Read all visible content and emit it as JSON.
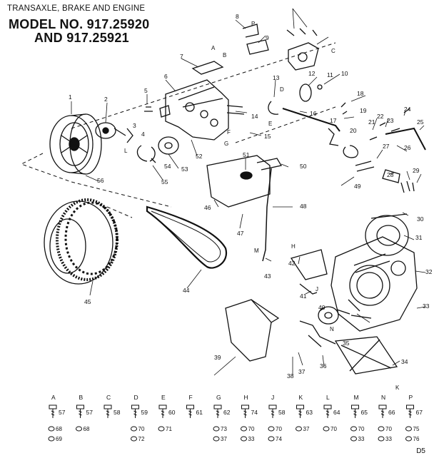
{
  "header": {
    "subtitle": "TRANSAXLE, BRAKE AND ENGINE",
    "model_line": "MODEL NO. 917.25920",
    "and_line": "AND 917.25921"
  },
  "footer": {
    "code": "D5"
  },
  "callouts": [
    "1",
    "2",
    "3",
    "4",
    "5",
    "6",
    "7",
    "8",
    "9",
    "10",
    "11",
    "12",
    "13",
    "14",
    "15",
    "16",
    "17",
    "18",
    "19",
    "20",
    "21",
    "22",
    "23",
    "24",
    "25",
    "26",
    "27",
    "28",
    "29",
    "30",
    "31",
    "32",
    "33",
    "34",
    "35",
    "36",
    "37",
    "38",
    "39",
    "40",
    "41",
    "42",
    "43",
    "44",
    "45",
    "46",
    "47",
    "48",
    "49",
    "50",
    "51",
    "52",
    "53",
    "54",
    "55",
    "56"
  ],
  "letter_refs": [
    "A",
    "B",
    "C",
    "D",
    "E",
    "F",
    "G",
    "H",
    "J",
    "K",
    "L",
    "M",
    "N",
    "P"
  ],
  "hardware_key": [
    {
      "letter": "A",
      "part": "57",
      "washers": [
        "68",
        "69"
      ]
    },
    {
      "letter": "B",
      "part": "57",
      "washers": [
        "68"
      ]
    },
    {
      "letter": "C",
      "part": "58",
      "washers": []
    },
    {
      "letter": "D",
      "part": "59",
      "washers": [
        "70",
        "72"
      ]
    },
    {
      "letter": "E",
      "part": "60",
      "washers": [
        "71"
      ]
    },
    {
      "letter": "F",
      "part": "61",
      "washers": []
    },
    {
      "letter": "G",
      "part": "62",
      "washers": [
        "73",
        "37"
      ]
    },
    {
      "letter": "H",
      "part": "74",
      "washers": [
        "70",
        "33"
      ]
    },
    {
      "letter": "J",
      "part": "58",
      "washers": [
        "70",
        "74"
      ]
    },
    {
      "letter": "K",
      "part": "63",
      "washers": [
        "37"
      ]
    },
    {
      "letter": "L",
      "part": "64",
      "washers": [
        "70"
      ]
    },
    {
      "letter": "M",
      "part": "65",
      "washers": [
        "70",
        "33"
      ]
    },
    {
      "letter": "N",
      "part": "66",
      "washers": [
        "70",
        "33"
      ]
    },
    {
      "letter": "P",
      "part": "67",
      "washers": [
        "75",
        "76"
      ]
    }
  ]
}
